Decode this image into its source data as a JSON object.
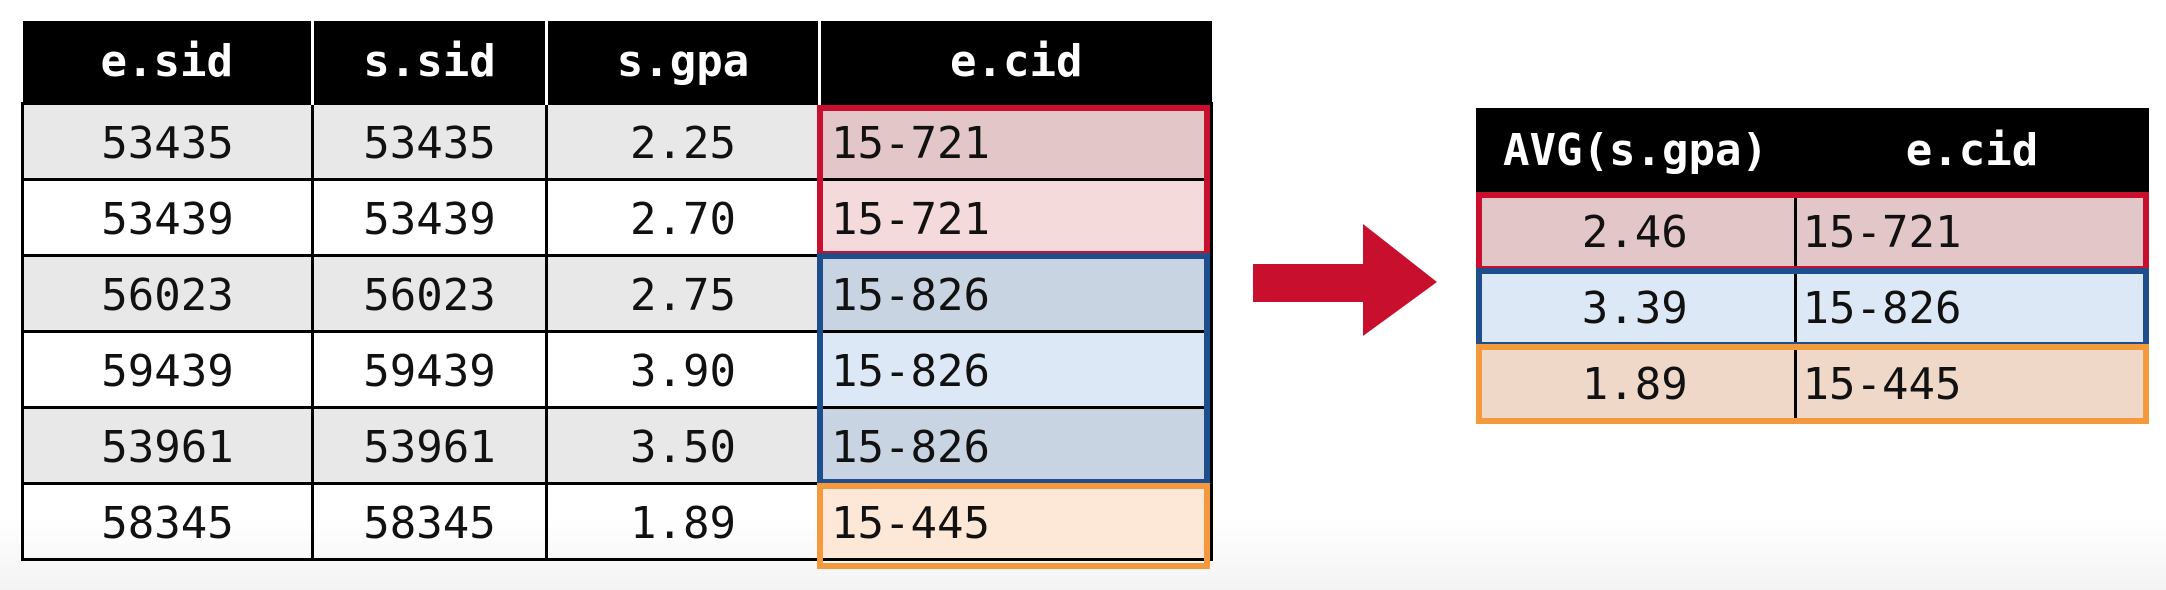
{
  "left_table": {
    "headers": [
      "e.sid",
      "s.sid",
      "s.gpa",
      "e.cid"
    ],
    "rows": [
      [
        "53435",
        "53435",
        "2.25",
        "15-721"
      ],
      [
        "53439",
        "53439",
        "2.70",
        "15-721"
      ],
      [
        "56023",
        "56023",
        "2.75",
        "15-826"
      ],
      [
        "59439",
        "59439",
        "3.90",
        "15-826"
      ],
      [
        "53961",
        "53961",
        "3.50",
        "15-826"
      ],
      [
        "58345",
        "58345",
        "1.89",
        "15-445"
      ]
    ]
  },
  "right_table": {
    "headers": [
      "AVG(s.gpa)",
      "e.cid"
    ],
    "rows": [
      [
        "2.46",
        "15-721"
      ],
      [
        "3.39",
        "15-826"
      ],
      [
        "1.89",
        "15-445"
      ]
    ]
  },
  "colors": {
    "group_15_721_border": "#c8102e",
    "group_15_826_border": "#1f4e8c",
    "group_15_445_border": "#f5993d",
    "arrow": "#c8102e",
    "left_cid_bg": [
      "#e3c6c8",
      "#f5dadc",
      "#c9d4e2",
      "#dce8f6",
      "#c9d4e2",
      "#fde8d8"
    ],
    "right_row_bg": [
      "#e3c6c8",
      "#dce8f6",
      "#efd8c8"
    ]
  },
  "icons": {
    "arrow": "arrow-right-icon"
  }
}
